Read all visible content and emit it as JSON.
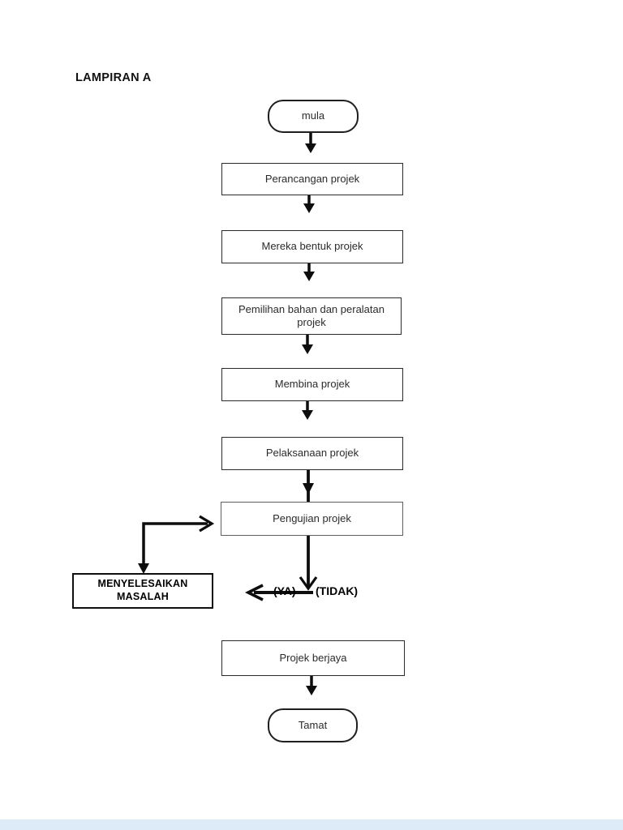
{
  "page": {
    "title": "LAMPIRAN A"
  },
  "flowchart": {
    "type": "flowchart",
    "nodes": {
      "mula": "mula",
      "perancangan": "Perancangan projek",
      "mereka_bentuk": "Mereka bentuk projek",
      "pemilihan": "Pemilihan bahan dan peralatan projek",
      "membina": "Membina projek",
      "pelaksanaan": "Pelaksanaan projek",
      "pengujian": "Pengujian projek",
      "menyelesaikan_masalah": "MENYELESAIKAN MASALAH",
      "projek_berjaya": "Projek berjaya",
      "tamat": "Tamat"
    },
    "branch_labels": {
      "ya": "(YA)",
      "tidak": "(TIDAK)"
    },
    "flow_order": [
      "mula",
      "Perancangan projek",
      "Mereka bentuk projek",
      "Pemilihan bahan dan peralatan projek",
      "Membina projek",
      "Pelaksanaan projek",
      "Pengujian projek",
      "(YA) -> MENYELESAIKAN MASALAH -> Pengujian projek",
      "(TIDAK) -> Projek berjaya",
      "Tamat"
    ],
    "colors": {
      "line": "#0d0d0d",
      "box_border": "#2a2a2a",
      "pengujian_border": "#5f5f5f",
      "background": "#ffffff",
      "footer_strip": "#dcebf7"
    }
  }
}
